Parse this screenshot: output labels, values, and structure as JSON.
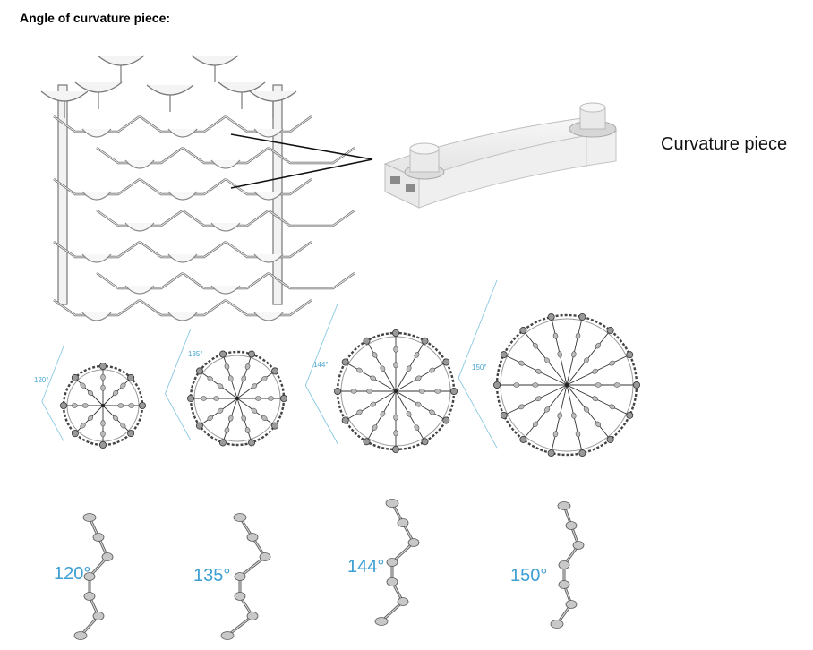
{
  "title": "Angle of curvature piece:",
  "callout_label": "Curvature piece",
  "rings": [
    {
      "angle_label": "120°",
      "spokes": 8
    },
    {
      "angle_label": "135°",
      "spokes": 10
    },
    {
      "angle_label": "144°",
      "spokes": 12
    },
    {
      "angle_label": "150°",
      "spokes": 14
    }
  ],
  "chains": [
    {
      "angle_label": "120°"
    },
    {
      "angle_label": "135°"
    },
    {
      "angle_label": "144°"
    },
    {
      "angle_label": "150°"
    }
  ],
  "colors": {
    "angle_text": "#3d9fd3",
    "guide_line": "#7cc3df",
    "model_stroke": "#555555",
    "model_fill": "#eeeeee"
  }
}
